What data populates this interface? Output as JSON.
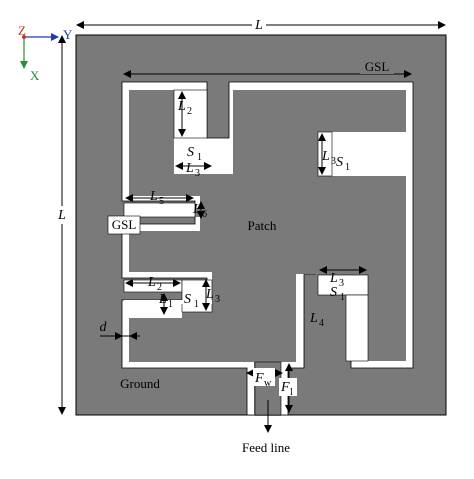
{
  "axes": {
    "z": "Z",
    "y": "Y",
    "x": "X",
    "colors": {
      "z": "#c0392b",
      "y": "#1f3bb3",
      "x": "#2e8b3a"
    }
  },
  "labels": {
    "L_top": "L",
    "L_left": "L",
    "gsl_top": "GSL",
    "gsl_left": "GSL",
    "patch": "Patch",
    "ground": "Ground",
    "feed_line": "Feed line",
    "d": "d"
  },
  "symbols": {
    "L2_top": {
      "main": "L",
      "sub": "2"
    },
    "S1_top": {
      "main": "S",
      "sub": "1"
    },
    "L3_top": {
      "main": "L",
      "sub": "3"
    },
    "L3_right": {
      "main": "L",
      "sub": "3"
    },
    "S1_right": {
      "main": "S",
      "sub": "1"
    },
    "L5": {
      "main": "L",
      "sub": "5"
    },
    "L6": {
      "main": "L",
      "sub": "6"
    },
    "L2_mid": {
      "main": "L",
      "sub": "2"
    },
    "L1": {
      "main": "L",
      "sub": "1"
    },
    "S1_mid": {
      "main": "S",
      "sub": "1"
    },
    "L3_mid": {
      "main": "L",
      "sub": "3"
    },
    "L3_br": {
      "main": "L",
      "sub": "3"
    },
    "S1_br": {
      "main": "S",
      "sub": "1"
    },
    "L4": {
      "main": "L",
      "sub": "4"
    },
    "Fw": {
      "main": "F",
      "sub": "w"
    },
    "Fl": {
      "main": "F",
      "sub": "l"
    }
  },
  "colors": {
    "metal": "#7a7a7a",
    "slot": "#ffffff",
    "ink": "#000000"
  }
}
